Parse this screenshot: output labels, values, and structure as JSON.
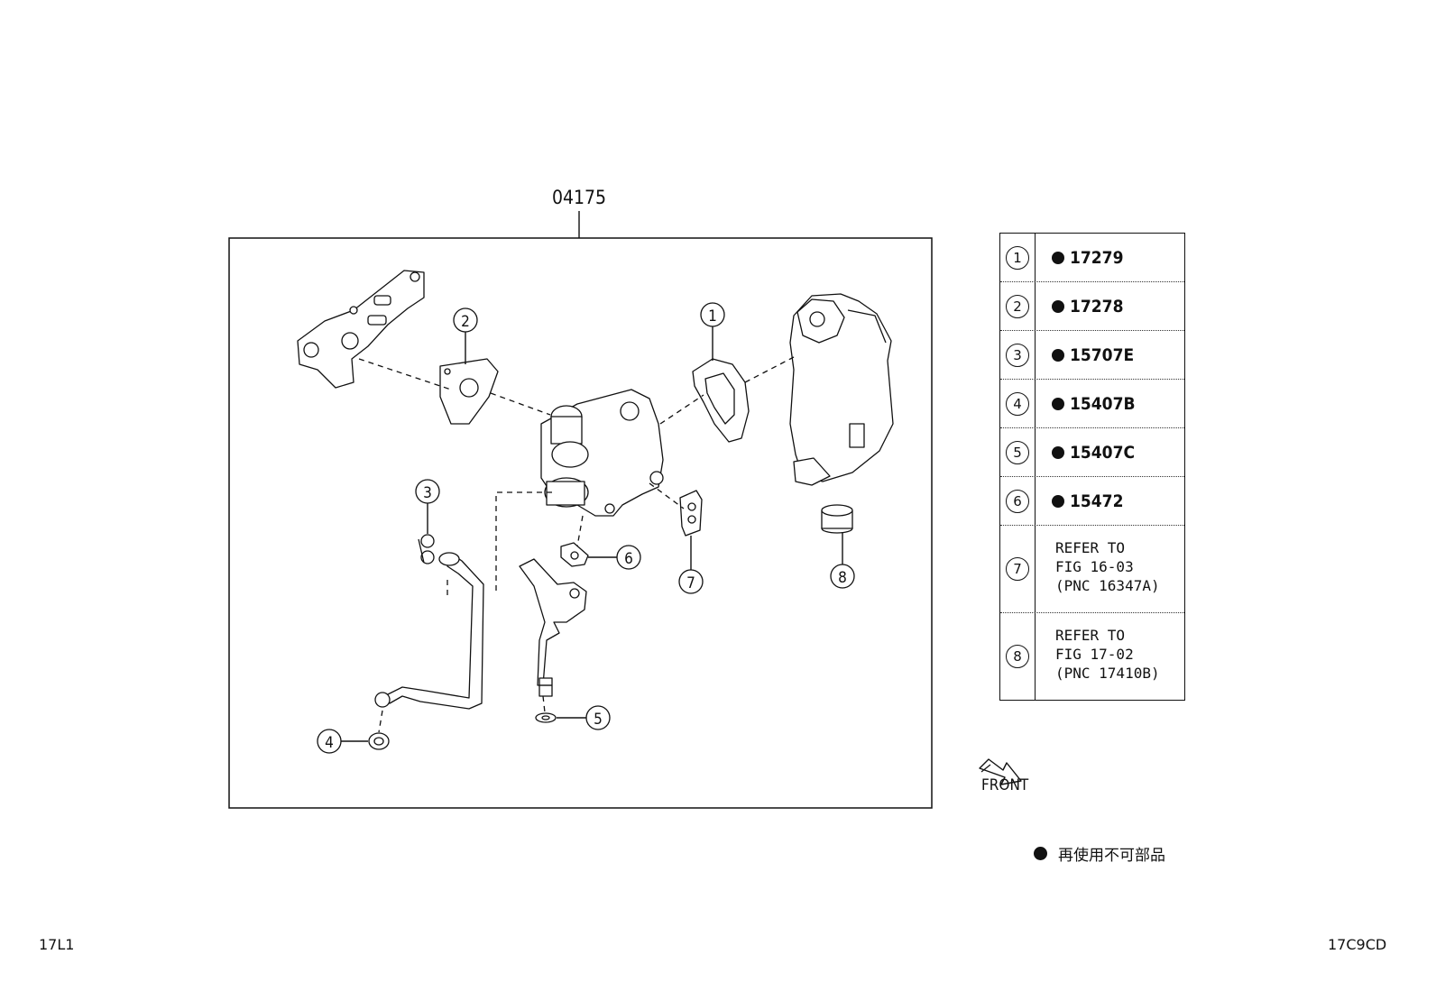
{
  "assembly": {
    "number": "04175"
  },
  "callouts": [
    "1",
    "2",
    "3",
    "4",
    "5",
    "6",
    "7",
    "8"
  ],
  "legend": [
    {
      "num": "1",
      "code": "17279",
      "reusable_mark": true
    },
    {
      "num": "2",
      "code": "17278",
      "reusable_mark": true
    },
    {
      "num": "3",
      "code": "15707E",
      "reusable_mark": true
    },
    {
      "num": "4",
      "code": "15407B",
      "reusable_mark": true
    },
    {
      "num": "5",
      "code": "15407C",
      "reusable_mark": true
    },
    {
      "num": "6",
      "code": "15472",
      "reusable_mark": true
    },
    {
      "num": "7",
      "reference": "REFER TO\nFIG 16-03\n(PNC 16347A)"
    },
    {
      "num": "8",
      "reference": "REFER TO\nFIG 17-02\n(PNC 17410B)"
    }
  ],
  "front_indicator": {
    "label": "FRONT",
    "icon": "arrow-icon"
  },
  "note": {
    "symbol": "filled-circle",
    "text": "再使用不可部品"
  },
  "page_code_left": "17L1",
  "page_code_right": "17C9CD"
}
